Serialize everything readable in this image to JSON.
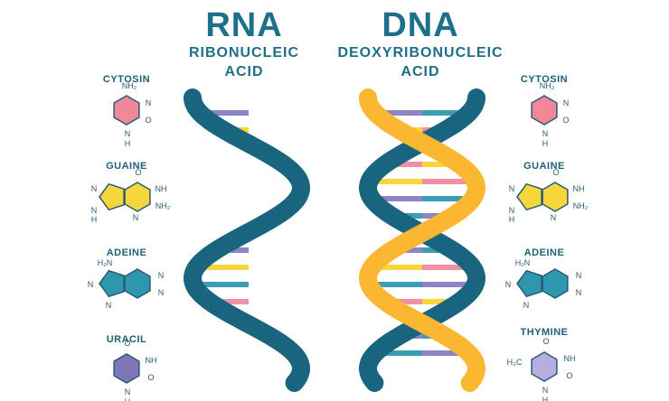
{
  "rna": {
    "title": "RNA",
    "line1": "RIBONUCLEIC",
    "line2": "ACID"
  },
  "dna": {
    "title": "DNA",
    "line1": "DEOXYRIBONUCLEIC",
    "line2": "ACID"
  },
  "left_molecules": [
    {
      "name": "CYTOSIN",
      "color": "#f2879a",
      "atoms": [
        "NH₂",
        "N",
        "O",
        "N",
        "H"
      ]
    },
    {
      "name": "GUAINE",
      "color": "#f5d63d",
      "atoms": [
        "O",
        "NH",
        "NH₂",
        "N",
        "N",
        "H",
        "N"
      ]
    },
    {
      "name": "ADEINE",
      "color": "#2f97ad",
      "atoms": [
        "H₂N",
        "N",
        "N",
        "N",
        "N"
      ]
    },
    {
      "name": "URACIL",
      "color": "#7f76b8",
      "atoms": [
        "O",
        "NH",
        "O",
        "N",
        "H"
      ]
    }
  ],
  "right_molecules": [
    {
      "name": "CYTOSIN",
      "color": "#f2879a",
      "atoms": [
        "NH₂",
        "N",
        "O",
        "N",
        "H"
      ]
    },
    {
      "name": "GUAINE",
      "color": "#f5d63d",
      "atoms": [
        "O",
        "NH",
        "NH₂",
        "N",
        "N",
        "H",
        "N"
      ]
    },
    {
      "name": "ADEINE",
      "color": "#2f97ad",
      "atoms": [
        "H₂N",
        "N",
        "N",
        "N",
        "N"
      ]
    },
    {
      "name": "THYMINE",
      "color": "#b7aee0",
      "atoms": [
        "O",
        "H₃C",
        "NH",
        "O",
        "N",
        "H"
      ]
    }
  ],
  "colors": {
    "strand_teal": "#19647e",
    "strand_gold": "#fbb731",
    "base_purple": "#8c84c4",
    "base_yellow": "#f6d63a",
    "base_teal": "#3a9db4",
    "base_pink": "#f18fa3",
    "title": "#1e6f8a"
  }
}
